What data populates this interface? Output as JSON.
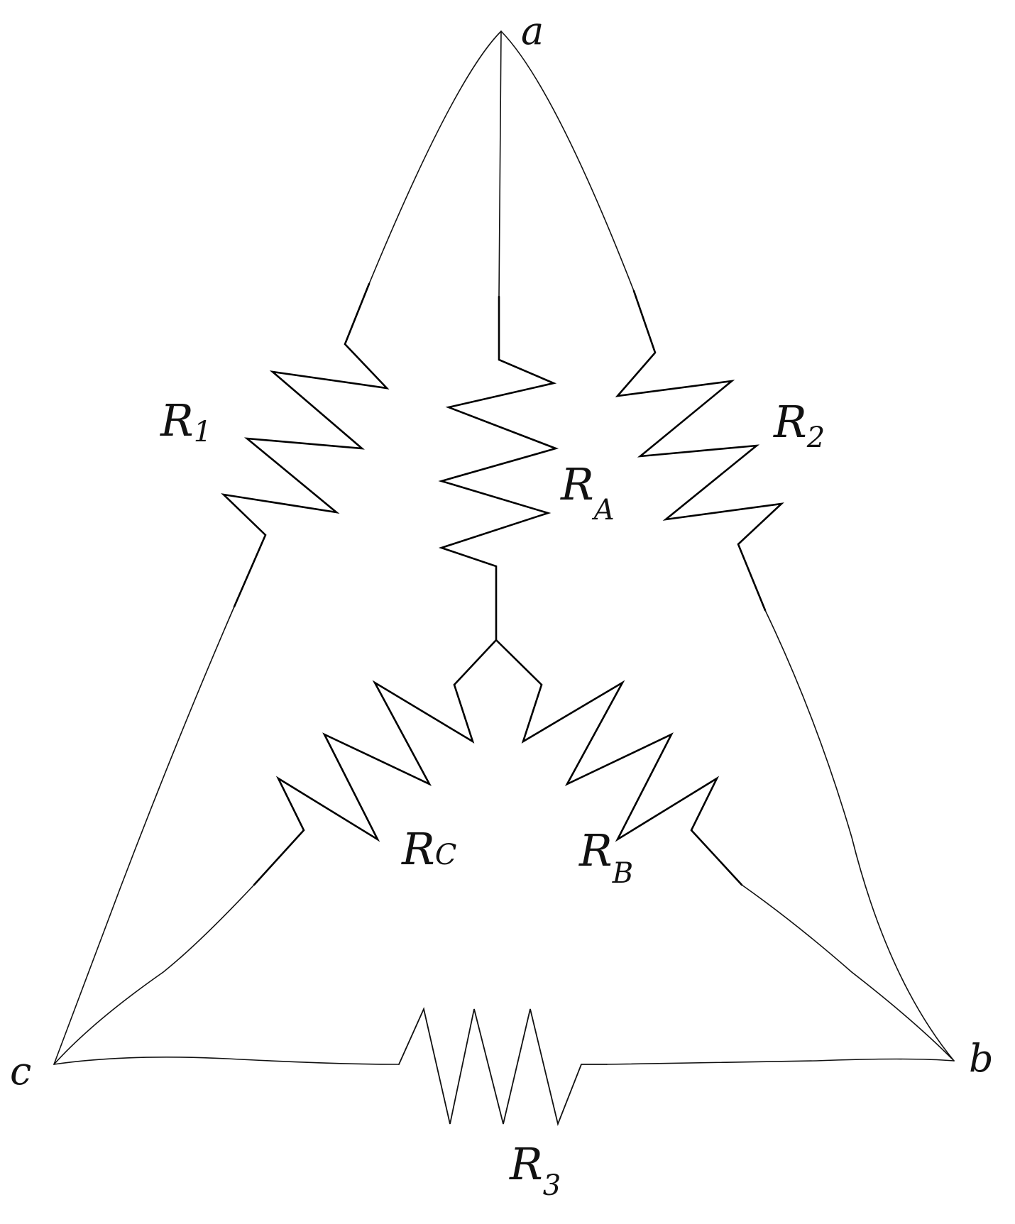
{
  "diagram": {
    "nodes": {
      "a": "a",
      "b": "b",
      "c": "c"
    },
    "delta_resistors": {
      "r1": "1",
      "r2": "2",
      "r3": "3"
    },
    "wye_resistors": {
      "ra": "A",
      "rb": "B",
      "rc": "C"
    },
    "resistor_letter": "R",
    "colors": {
      "ink": "#111111",
      "background": "#ffffff"
    }
  }
}
